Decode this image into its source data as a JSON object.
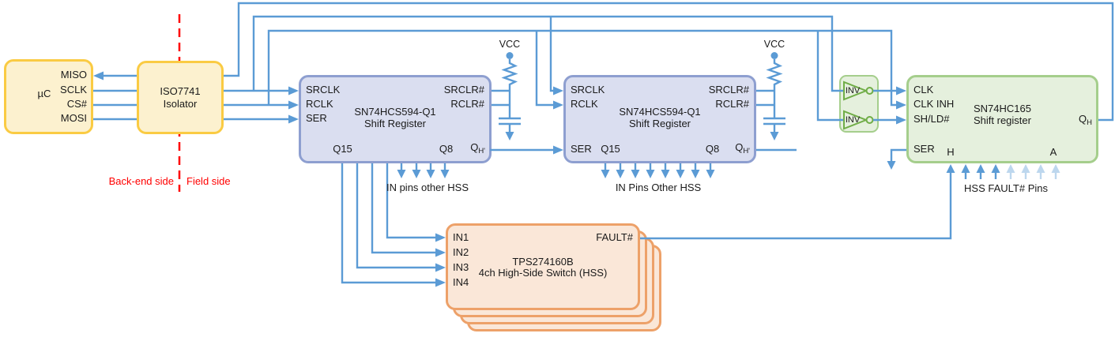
{
  "mcu": {
    "label": "µC",
    "miso": "MISO",
    "sclk": "SCLK",
    "cs": "CS#",
    "mosi": "MOSI"
  },
  "isolator": {
    "line1": "ISO7741",
    "line2": "Isolator"
  },
  "sides": {
    "left": "Back-end side",
    "right": "Field side"
  },
  "vcc1": "VCC",
  "vcc2": "VCC",
  "sr1": {
    "title1": "SN74HCS594-Q1",
    "title2": "Shift Register",
    "srclk": "SRCLK",
    "rclk": "RCLK",
    "ser": "SER",
    "srclr": "SRCLR#",
    "rclr": "RCLR#",
    "q15": "Q15",
    "q8": "Q8",
    "qh": "Q",
    "qh_sub": "H'"
  },
  "sr2": {
    "title1": "SN74HCS594-Q1",
    "title2": "Shift Register",
    "srclk": "SRCLK",
    "rclk": "RCLK",
    "ser": "SER",
    "srclr": "SRCLR#",
    "rclr": "RCLR#",
    "q15": "Q15",
    "q8": "Q8",
    "qh": "Q",
    "qh_sub": "H'"
  },
  "inv": {
    "gate1": "INV",
    "gate2": "INV"
  },
  "hc165": {
    "title1": "SN74HC165",
    "title2": "Shift register",
    "clk": "CLK",
    "clk_inh": "CLK INH",
    "sh_ld": "SH/LD#",
    "ser": "SER",
    "h": "H",
    "a": "A",
    "qh": "Q",
    "qh_sub": "H"
  },
  "tps": {
    "title1": "TPS274160B",
    "title2": "4ch High-Side Switch (HSS)",
    "in1": "IN1",
    "in2": "IN2",
    "in3": "IN3",
    "in4": "IN4",
    "fault": "FAULT#"
  },
  "notes": {
    "sr1_pins": "IN pins other HSS",
    "sr2_pins": "IN Pins Other HSS",
    "hss_fault": "HSS FAULT# Pins"
  },
  "colors": {
    "wire": "#5B9BD5",
    "wire_light": "#BDD7EE",
    "isolation_line": "#FF0000",
    "block_yellow": "#FCF1CF",
    "block_blue": "#DADEF0",
    "block_green": "#E5F0DD",
    "block_orange": "#FAE7D8"
  }
}
